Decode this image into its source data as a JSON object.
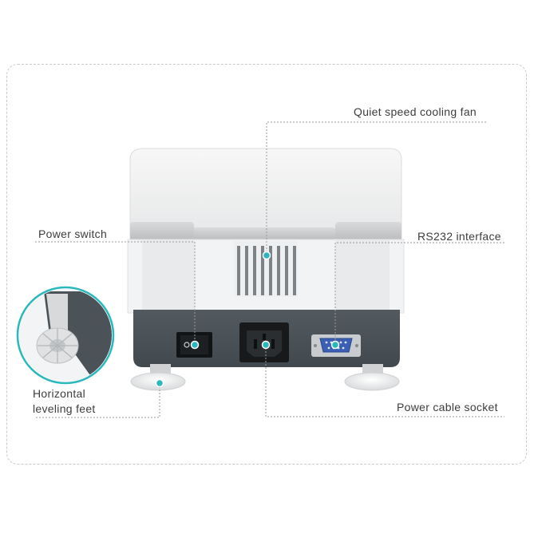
{
  "labels": {
    "cooling_fan": "Quiet speed cooling fan",
    "power_switch": "Power switch",
    "rs232": "RS232 interface",
    "leveling_feet_line1": "Horizontal",
    "leveling_feet_line2": "leveling feet",
    "power_socket": "Power cable socket"
  },
  "colors": {
    "accent": "#2bb8bd",
    "panel": "#4a5157",
    "body": "#f1f2f3",
    "leader_line": "#9a9a9a"
  },
  "icons": [
    "teal-dot-marker",
    "db9-port-icon",
    "iec-socket-icon",
    "rocker-switch-icon"
  ]
}
